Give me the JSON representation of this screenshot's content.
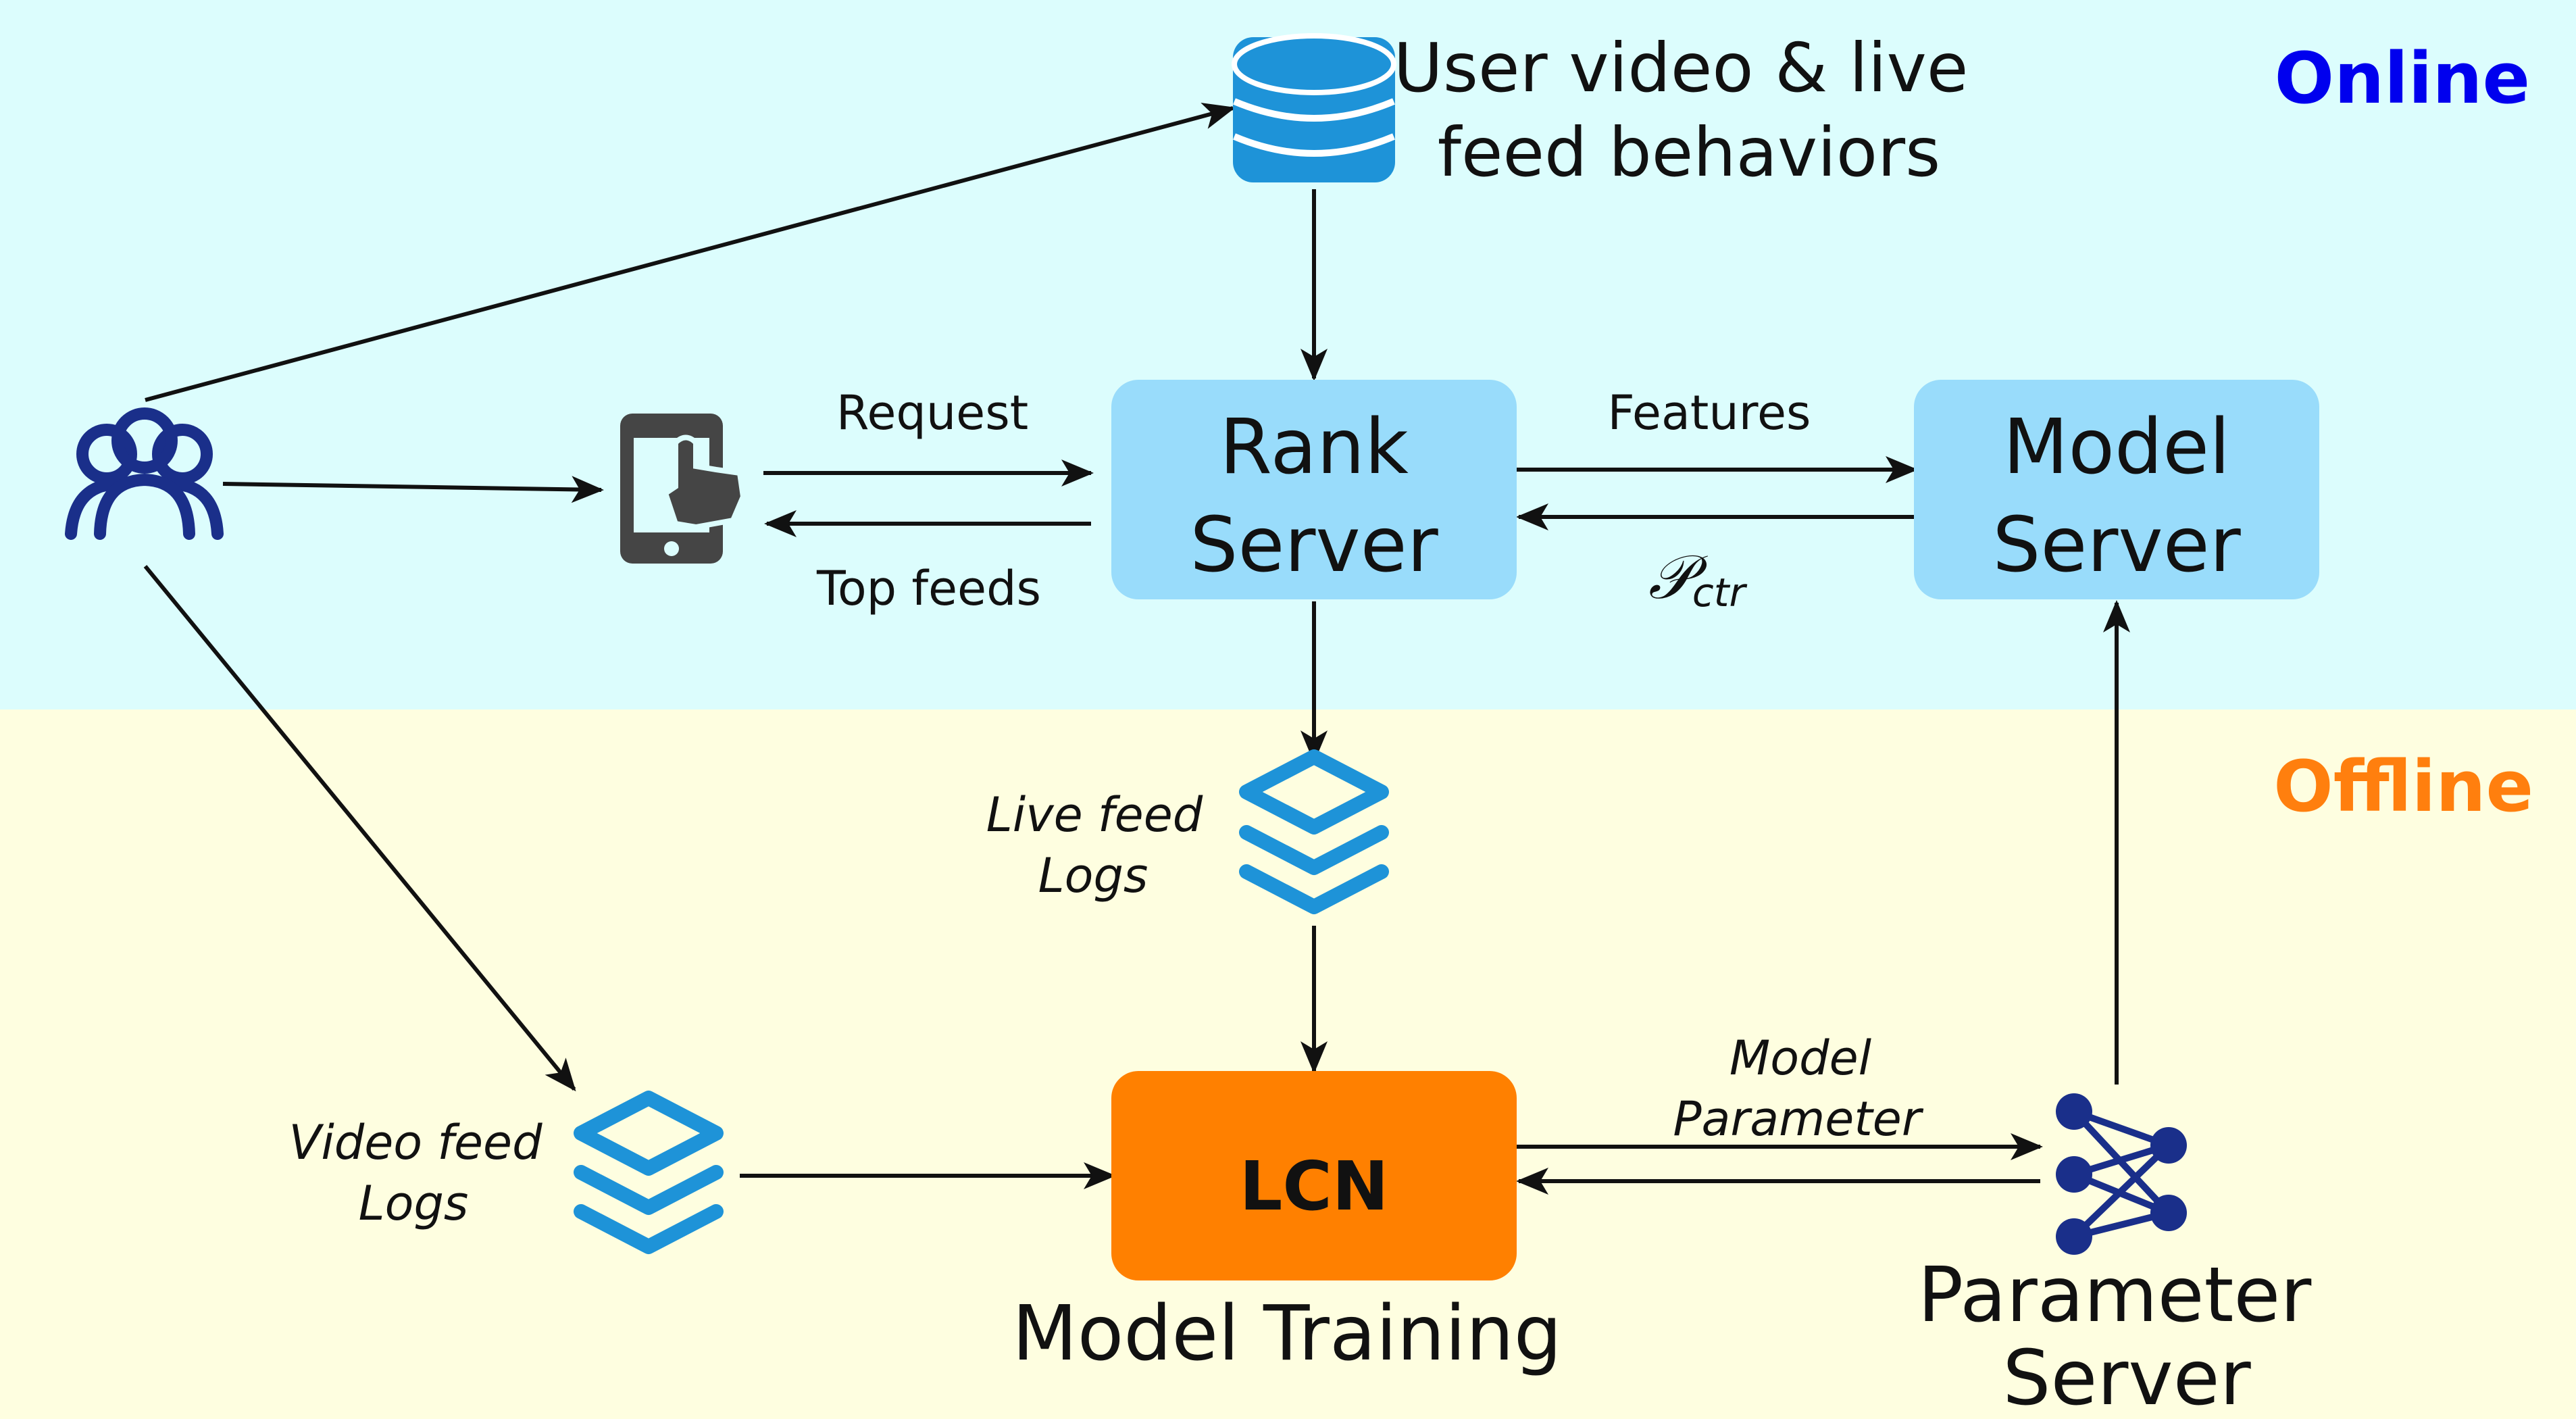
{
  "sections": {
    "online": {
      "label": "Online",
      "color": "#0000ee",
      "background": "#dcfdfd"
    },
    "offline": {
      "label": "Offline",
      "color": "#ff7f0e",
      "background": "#fefee0"
    }
  },
  "colors": {
    "server_box": "#99dcfb",
    "lcn_box": "#ff8000",
    "icon_blue": "#1e93d8",
    "user_icon": "#1a2f8a",
    "phone_icon": "#454545"
  },
  "nodes": {
    "database": {
      "label_line1": "User video & live",
      "label_line2": "feed behaviors",
      "icon": "database-icon"
    },
    "users": {
      "icon": "users-icon"
    },
    "phone": {
      "icon": "phone-touch-icon"
    },
    "rank_server": {
      "line1": "Rank",
      "line2": "Server"
    },
    "model_server": {
      "line1": "Model",
      "line2": "Server"
    },
    "live_logs": {
      "line1": "Live feed",
      "line2": "Logs",
      "icon": "layers-icon"
    },
    "video_logs": {
      "line1": "Video feed",
      "line2": "Logs",
      "icon": "layers-icon"
    },
    "lcn": {
      "label": "LCN",
      "caption": "Model Training"
    },
    "parameter_server": {
      "line1": "Parameter",
      "line2": "Server",
      "icon": "neural-network-icon"
    }
  },
  "edges": {
    "request": "Request",
    "top_feeds": "Top feeds",
    "features": "Features",
    "pctr_main": "𝒫",
    "pctr_sub": "ctr",
    "model_param_line1": "Model",
    "model_param_line2": "Parameter"
  }
}
